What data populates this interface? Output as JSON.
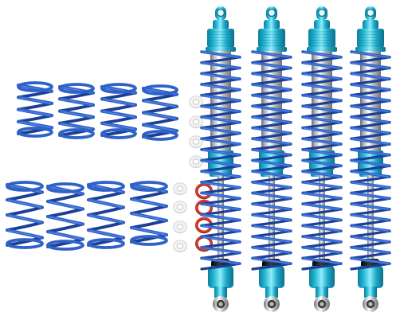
{
  "scene": {
    "background": "#ffffff",
    "colors": {
      "spring_blue": "#2f62c8",
      "spring_blue_dark": "#1c3f93",
      "spring_blue_light": "#5f8ff0",
      "aluminum_blue": "#22b5d2",
      "aluminum_blue_dark": "#0b7f9d",
      "aluminum_blue_light": "#8eeefa",
      "chrome_light": "#f1f1f1",
      "chrome_mid": "#b4b4b4",
      "chrome_dark": "#6c6c6c",
      "white_washer": "#f3f3f3",
      "red_oring": "#d53a2d",
      "black_mount": "#171717"
    },
    "counts": {
      "shock_absorbers": 4,
      "loose_springs": 8,
      "white_washers": 8,
      "red_o_rings": 4
    }
  }
}
